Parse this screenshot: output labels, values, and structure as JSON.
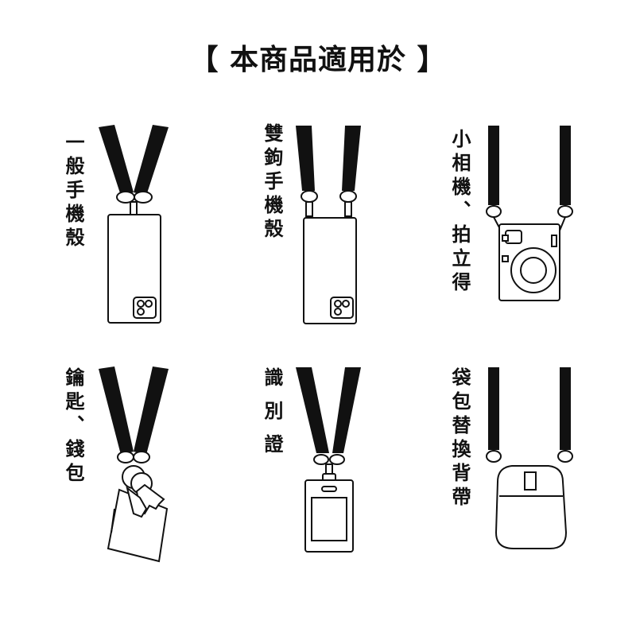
{
  "title": "【 本商品適用於 】",
  "items": [
    {
      "label": "一般手機殼"
    },
    {
      "label": "雙鉤手機殼"
    },
    {
      "label": "小相機、拍立得"
    },
    {
      "label": "鑰匙、錢包"
    },
    {
      "label": "識別證"
    },
    {
      "label": "袋包替換背帶"
    }
  ]
}
